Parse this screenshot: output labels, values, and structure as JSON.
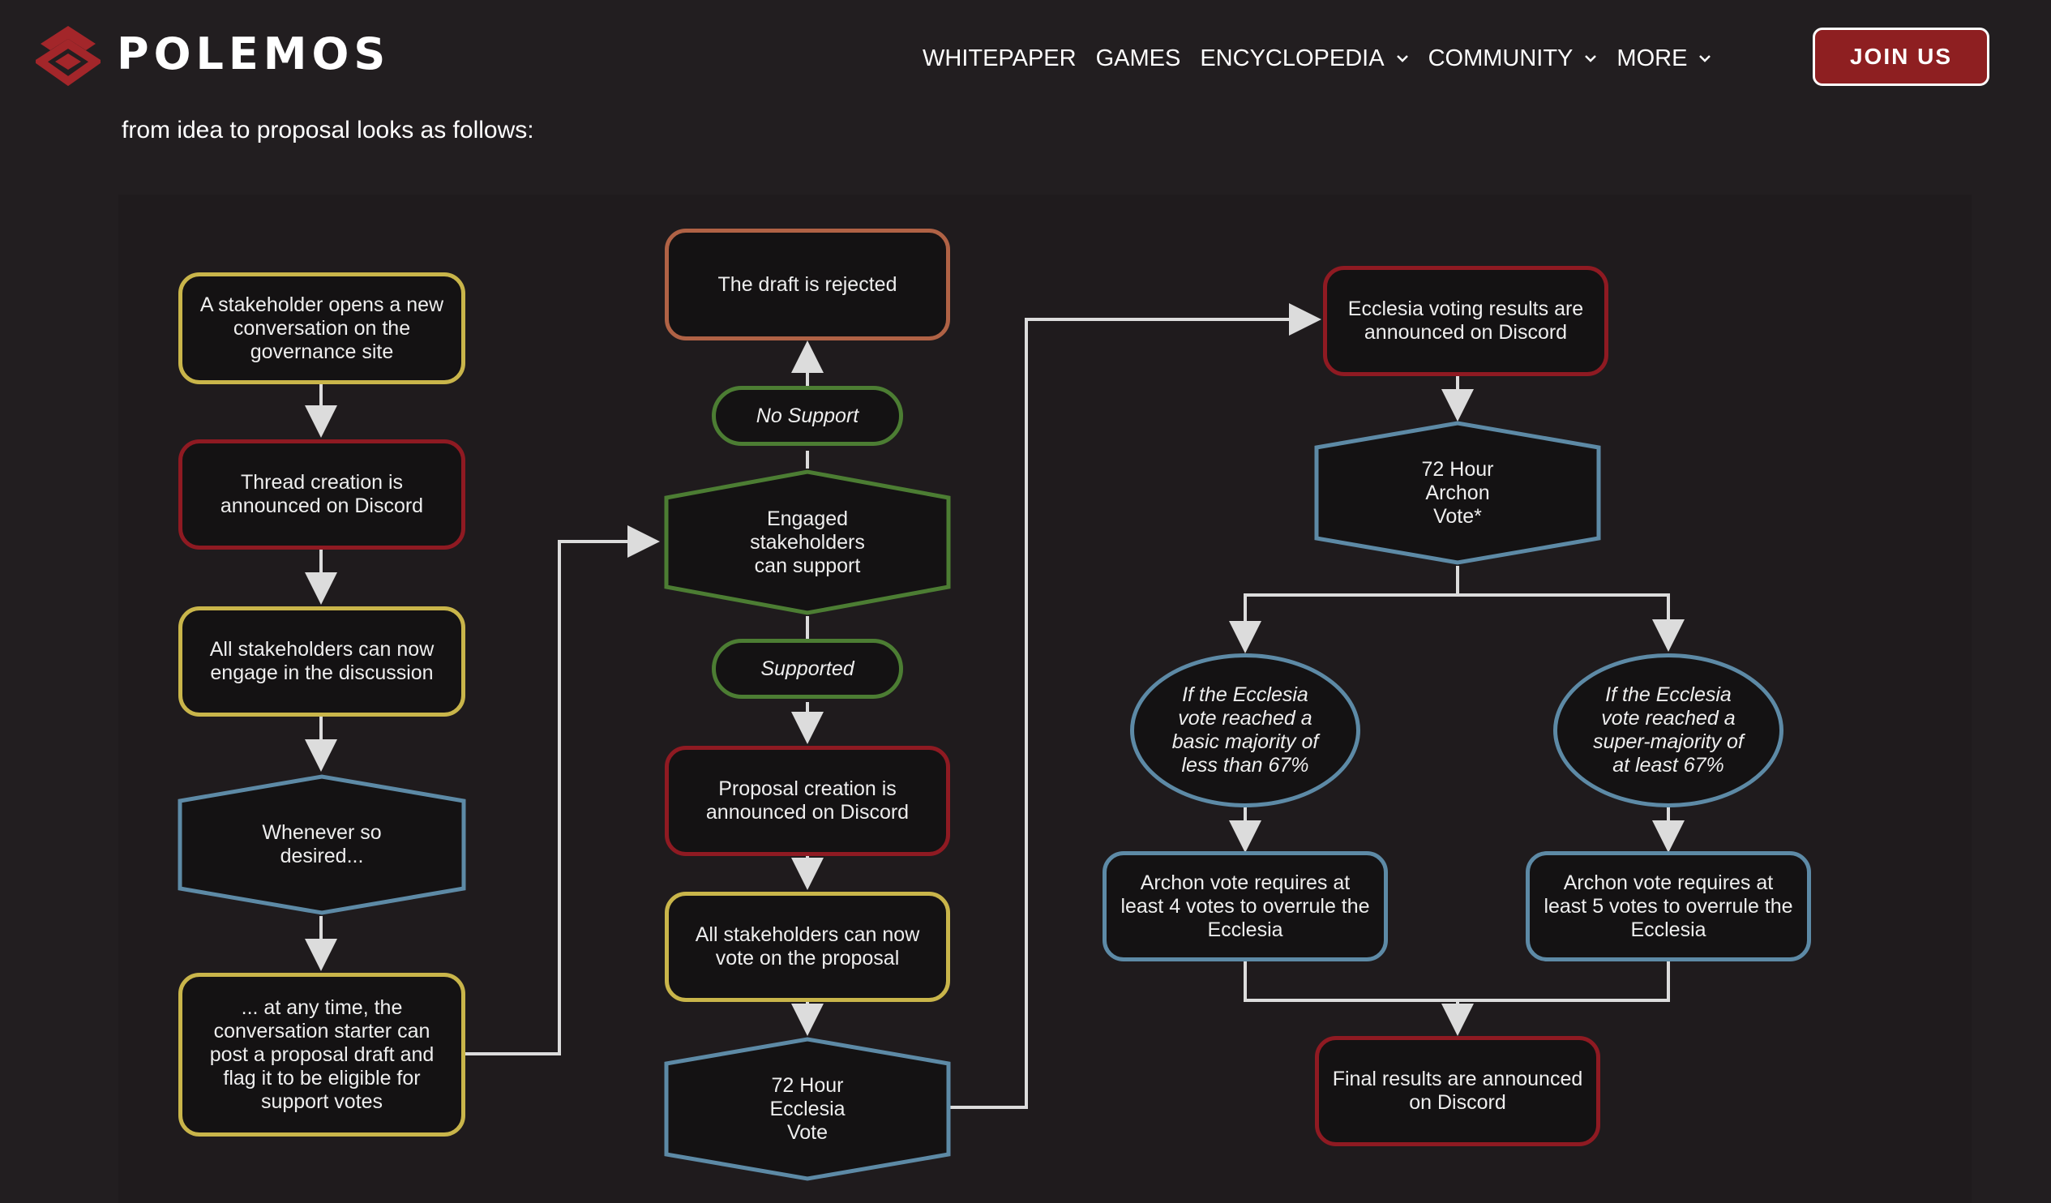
{
  "header": {
    "brand": "POLEMOS",
    "nav": [
      {
        "label": "WHITEPAPER",
        "has_dropdown": false
      },
      {
        "label": "GAMES",
        "has_dropdown": false
      },
      {
        "label": "ENCYCLOPEDIA",
        "has_dropdown": true
      },
      {
        "label": "COMMUNITY",
        "has_dropdown": true
      },
      {
        "label": "MORE",
        "has_dropdown": true
      }
    ],
    "join_label": "JOIN US"
  },
  "intro_text": "from idea to proposal looks as follows:",
  "colors": {
    "background": "#221e20",
    "brand_red": "#8e1f21",
    "yellow": "#c9b54a",
    "red": "#8f1a22",
    "green": "#4c7d33",
    "blue": "#5d8aa6",
    "orange": "#b06245",
    "connector": "#dcdcdc"
  },
  "flowchart": {
    "col1": {
      "open": "A stakeholder opens a new conversation on the governance site",
      "thread": "Thread creation is announced on Discord",
      "engage": "All stakeholders can now engage in the discussion",
      "whenever": "Whenever so desired...",
      "anytime": "... at any time, the conversation starter can post a proposal draft and flag it to be eligible for support votes"
    },
    "col2": {
      "rejected": "The draft is rejected",
      "no_support": "No Support",
      "engaged": "Engaged stakeholders can support",
      "supported": "Supported",
      "proposal_announced": "Proposal creation is announced on Discord",
      "vote_proposal": "All stakeholders can now vote on the proposal",
      "ecclesia_vote": "72 Hour Ecclesia Vote"
    },
    "col3": {
      "results": "Ecclesia voting results are announced on Discord",
      "archon_vote": "72 Hour Archon Vote*",
      "basic": "If the Ecclesia vote reached a basic majority of less than 67%",
      "super": "If the Ecclesia vote reached a super-majority of at least 67%",
      "archon4": "Archon vote requires at least 4 votes to overrule the Ecclesia",
      "archon5": "Archon vote requires at least 5 votes to overrule the Ecclesia",
      "final": "Final results are announced on Discord"
    }
  }
}
